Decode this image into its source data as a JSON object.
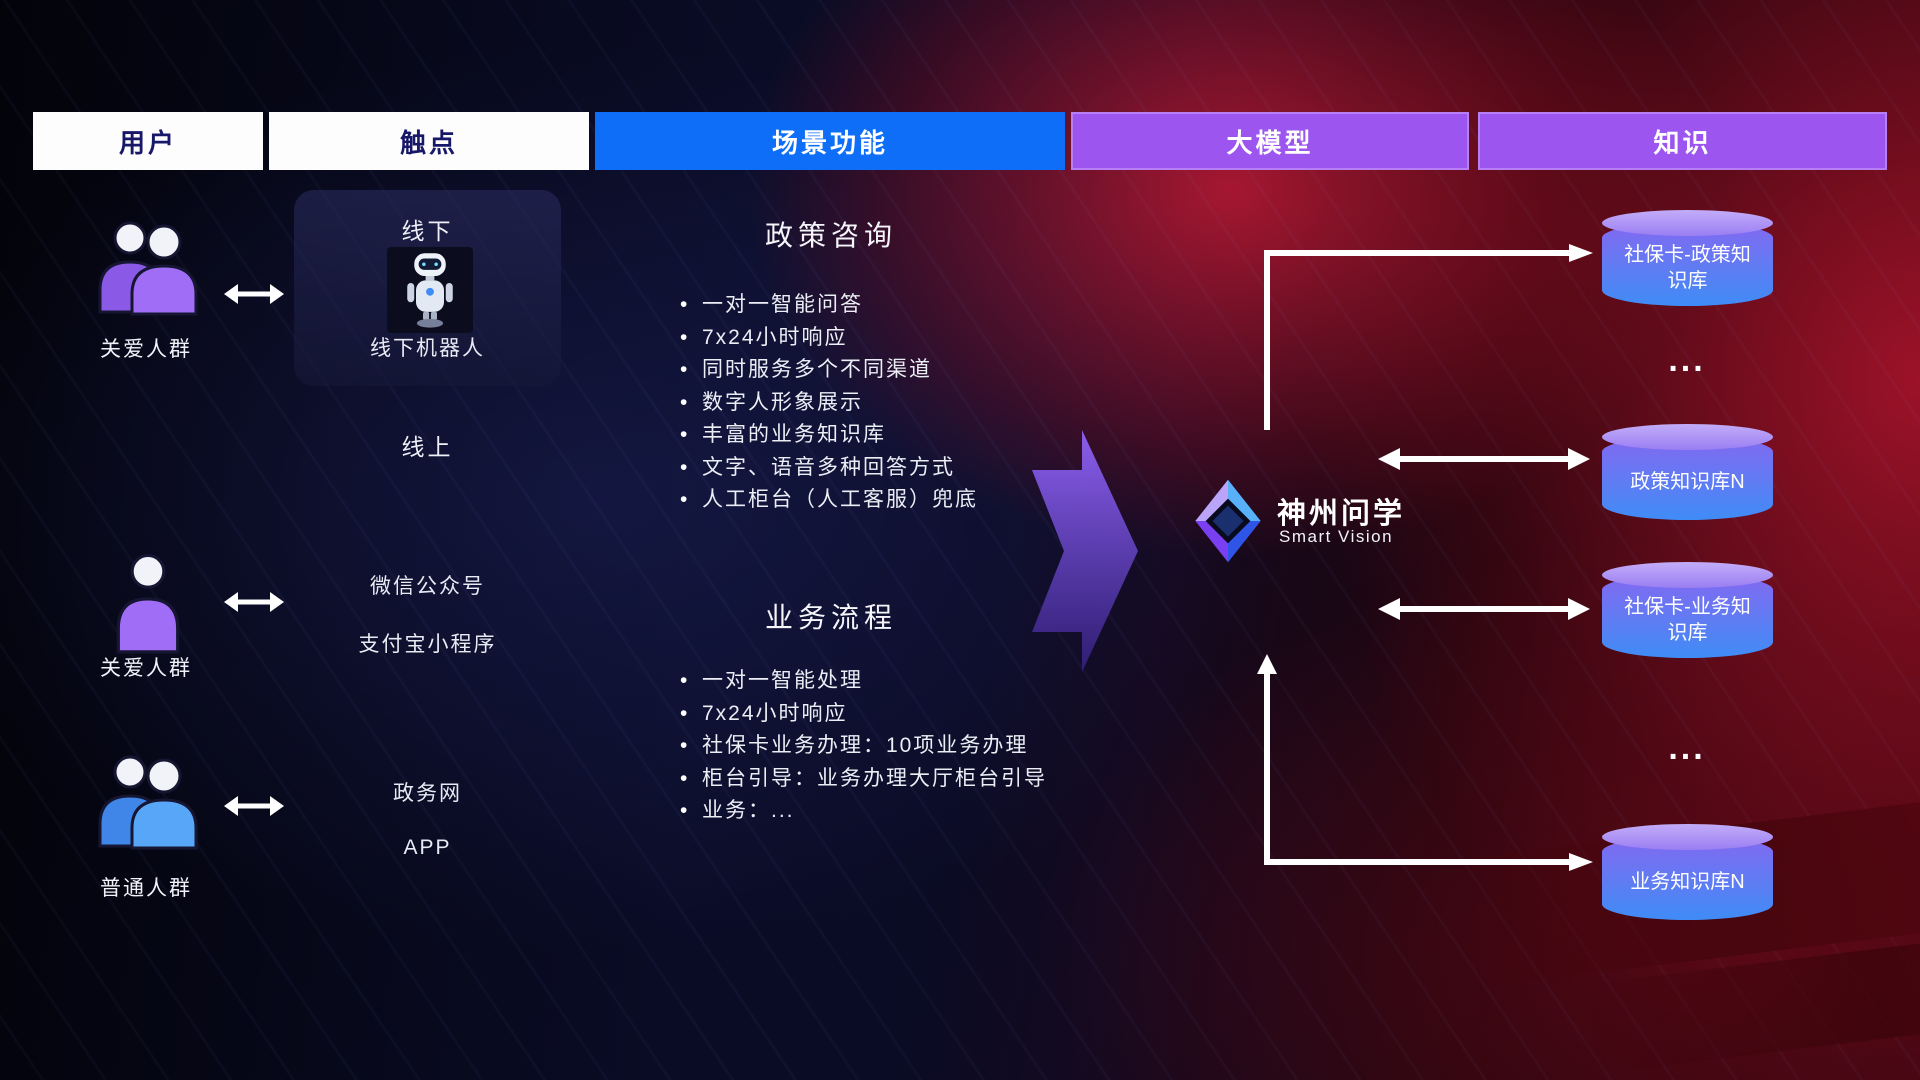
{
  "headers": [
    {
      "label": "用户",
      "variant": "white"
    },
    {
      "label": "触点",
      "variant": "white"
    },
    {
      "label": "场景功能",
      "variant": "blue"
    },
    {
      "label": "大模型",
      "variant": "purple"
    },
    {
      "label": "知识",
      "variant": "purple"
    }
  ],
  "users": [
    {
      "label": "关爱人群",
      "icon": "user-group-purple-icon"
    },
    {
      "label": "关爱人群",
      "icon": "user-person-purple-icon"
    },
    {
      "label": "普通人群",
      "icon": "user-group-blue-icon"
    }
  ],
  "touchpoints": {
    "offline": {
      "title": "线下",
      "robot_icon": "robot-icon",
      "robot_label": "线下机器人"
    },
    "online": {
      "title": "线上",
      "channels": [
        "微信公众号",
        "支付宝小程序",
        "政务网",
        "APP"
      ]
    }
  },
  "scene_functions": {
    "policy": {
      "title": "政策咨询",
      "items": [
        "一对一智能问答",
        "7x24小时响应",
        "同时服务多个不同渠道",
        "数字人形象展示",
        "丰富的业务知识库",
        "文字、语音多种回答方式",
        "人工柜台（人工客服）兜底"
      ]
    },
    "business": {
      "title": "业务流程",
      "items": [
        "一对一智能处理",
        "7x24小时响应",
        "社保卡业务办理：10项业务办理",
        "柜台引导：业务办理大厅柜台引导",
        "业务：..."
      ]
    }
  },
  "model": {
    "icon": "gem-diamond-logo-icon",
    "name": "神州问学",
    "subtitle": "Smart Vision"
  },
  "knowledge": {
    "items": [
      {
        "type": "db",
        "label": "社保卡-政策知识库"
      },
      {
        "type": "ellipsis",
        "label": "..."
      },
      {
        "type": "db",
        "label": "政策知识库N"
      },
      {
        "type": "db",
        "label": "社保卡-业务知识库"
      },
      {
        "type": "ellipsis",
        "label": "..."
      },
      {
        "type": "db",
        "label": "业务知识库N"
      }
    ]
  },
  "colors": {
    "header_blue": "#0e6ef8",
    "header_purple": "#9c55ee",
    "db_top_ellipse": "#b9a1f7",
    "db_body_top": "#8468f2",
    "db_body_bottom": "#3f8cf6",
    "user_purple": "#a06ef6",
    "user_blue": "#58a6f8",
    "arrow_white": "#ffffff",
    "bg_red": "#8a0a1e",
    "bg_navy": "#0a0c26"
  }
}
